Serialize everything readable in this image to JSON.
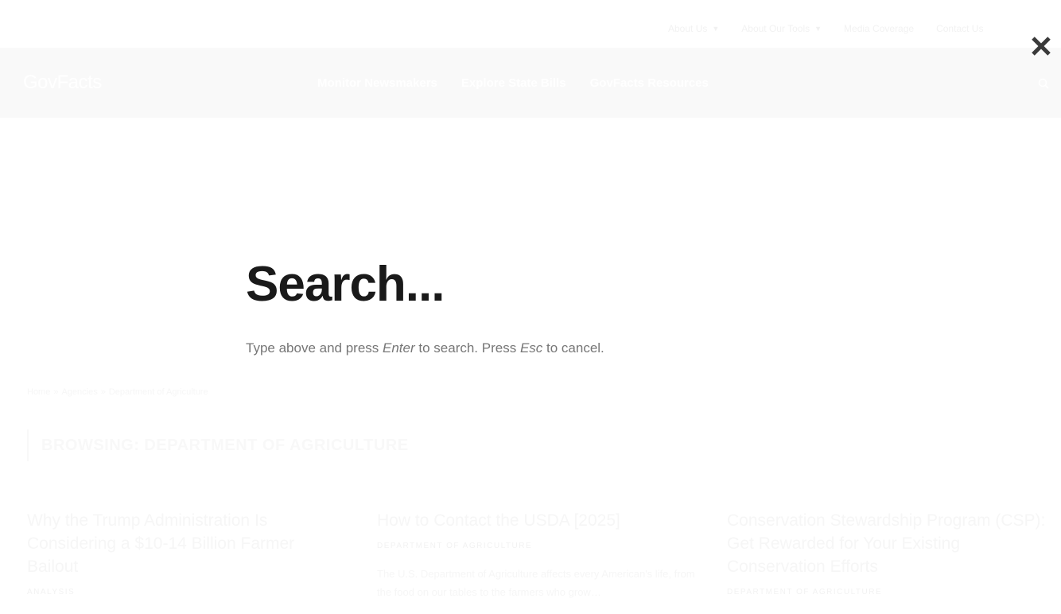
{
  "top_nav": {
    "items": [
      {
        "label": "About Us",
        "has_dropdown": true
      },
      {
        "label": "About Our Tools",
        "has_dropdown": true
      },
      {
        "label": "Media Coverage",
        "has_dropdown": false
      },
      {
        "label": "Contact Us",
        "has_dropdown": false
      }
    ]
  },
  "header": {
    "logo": "GovFacts",
    "main_nav": [
      {
        "label": "Monitor Newsmakers"
      },
      {
        "label": "Explore State Bills"
      },
      {
        "label": "GovFacts Resources"
      }
    ],
    "search_icon": "search-icon"
  },
  "overlay": {
    "close_icon": "close-icon",
    "search_placeholder": "Search...",
    "search_value": "",
    "hint_before_enter": "Type above and press ",
    "hint_enter": "Enter",
    "hint_middle": " to search. Press ",
    "hint_esc": "Esc",
    "hint_after": " to cancel."
  },
  "breadcrumb": {
    "items": [
      "Home",
      "Agencies",
      "Department of Agriculture"
    ],
    "separator": "»"
  },
  "browsing_heading": "BROWSING: DEPARTMENT OF AGRICULTURE",
  "articles": [
    {
      "title": "Why the Trump Administration Is Considering a $10-14 Billion Farmer Bailout",
      "category": "ANALYSIS",
      "excerpt": ""
    },
    {
      "title": "How to Contact the USDA [2025]",
      "category": "DEPARTMENT OF AGRICULTURE",
      "excerpt": "The U.S. Department of Agriculture affects every American's life, from the food on our tables to the farmers who grow…"
    },
    {
      "title": "Conservation Stewardship Program (CSP): Get Rewarded for Your Existing Conservation Efforts",
      "category": "DEPARTMENT OF AGRICULTURE",
      "excerpt": ""
    }
  ]
}
